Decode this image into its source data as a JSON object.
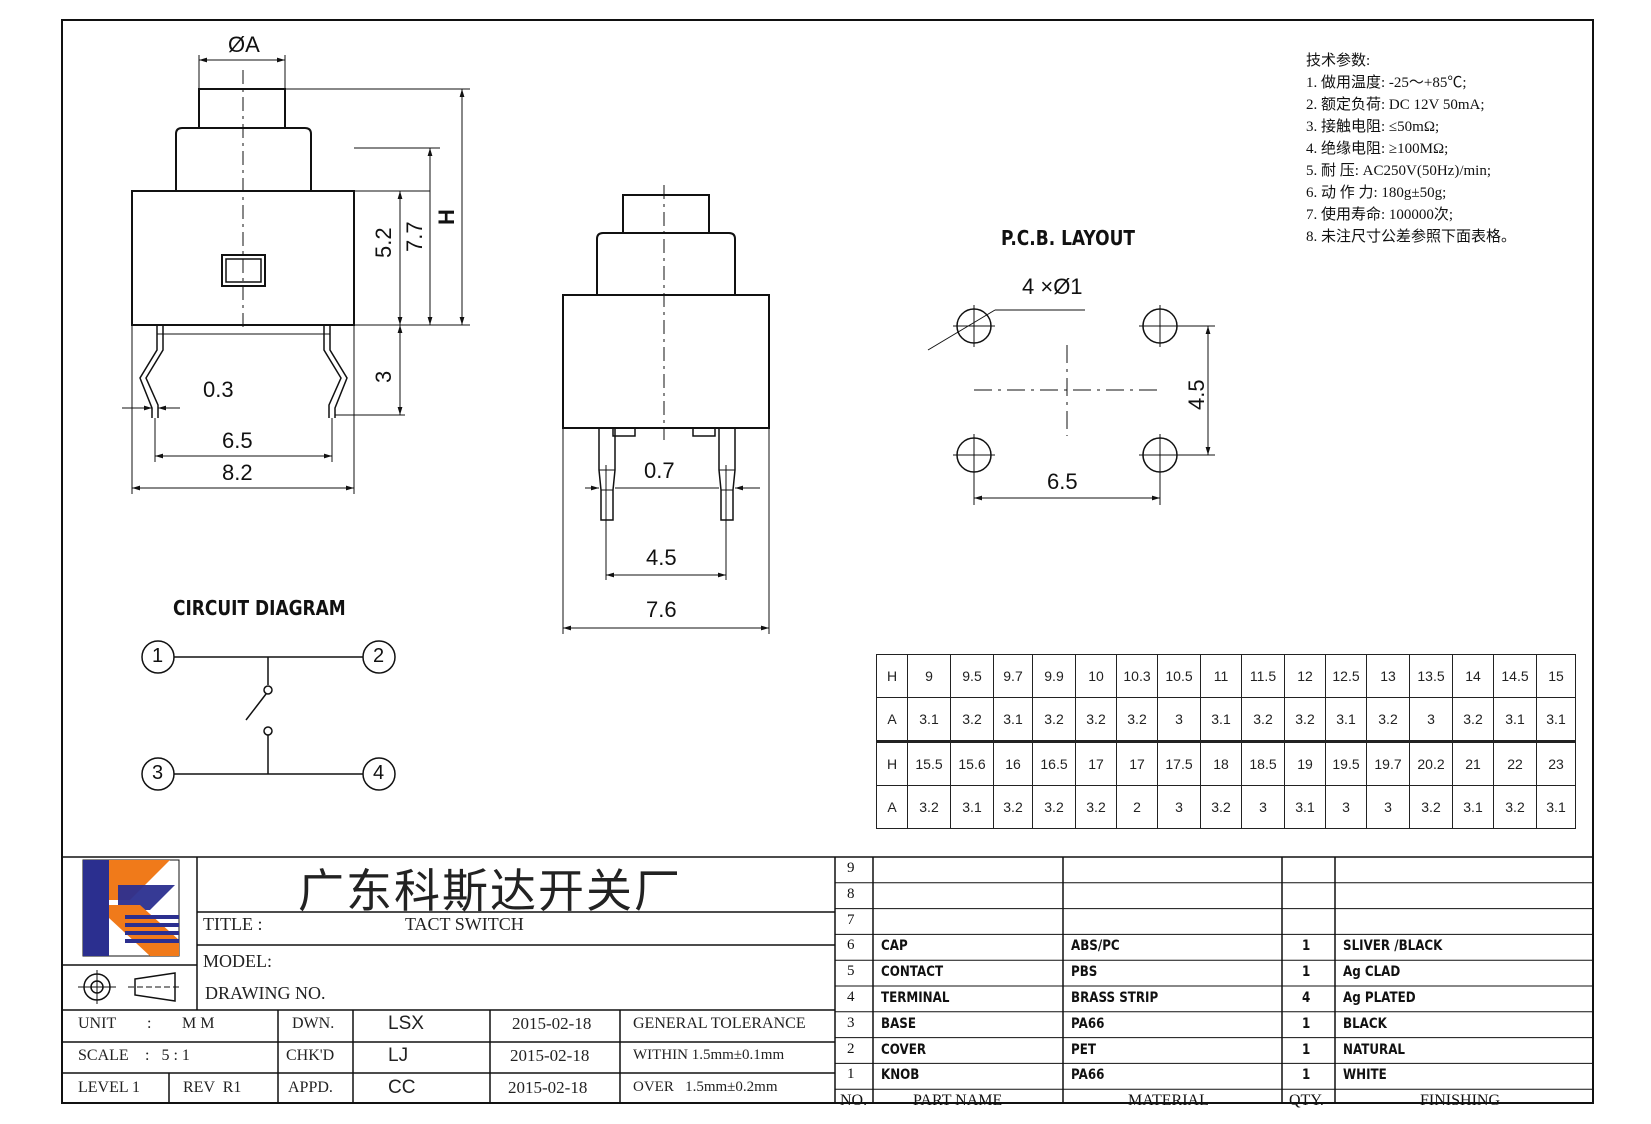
{
  "drawing": {
    "dims_left": {
      "phiA": "ØA",
      "d52": "5.2",
      "d77": "7.7",
      "dH": "H",
      "d3": "3",
      "d03": "0.3",
      "d65": "6.5",
      "d82": "8.2"
    },
    "dims_middle": {
      "d07": "0.7",
      "d45": "4.5",
      "d76": "7.6"
    },
    "pcb": {
      "title": "P.C.B. LAYOUT",
      "holes": "4 ×Ø1",
      "d45": "4.5",
      "d65": "6.5"
    },
    "circuit": {
      "title": "CIRCUIT DIAGRAM",
      "pins": [
        "1",
        "2",
        "3",
        "4"
      ]
    }
  },
  "tech_params": {
    "heading": "技术参数:",
    "items": [
      "1.  做用温度: -25～+85℃;",
      "2.  额定负荷: DC 12V 50mA;",
      "3.  接触电阻: ≤50mΩ;",
      "4.  绝缘电阻: ≥100MΩ;",
      "5.  耐    压: AC250V(50Hz)/min;",
      "6.  动 作 力: 180g±50g;",
      "7.  使用寿命: 100000次;",
      "8.  未注尺寸公差参照下面表格。"
    ]
  },
  "dimension_table": {
    "rows": [
      [
        "H",
        "9",
        "9.5",
        "9.7",
        "9.9",
        "10",
        "10.3",
        "10.5",
        "11",
        "11.5",
        "12",
        "12.5",
        "13",
        "13.5",
        "14",
        "14.5",
        "15"
      ],
      [
        "A",
        "3.1",
        "3.2",
        "3.1",
        "3.2",
        "3.2",
        "3.2",
        "3",
        "3.1",
        "3.2",
        "3.2",
        "3.1",
        "3.2",
        "3",
        "3.2",
        "3.1",
        "3.1"
      ],
      [
        "H",
        "15.5",
        "15.6",
        "16",
        "16.5",
        "17",
        "17",
        "17.5",
        "18",
        "18.5",
        "19",
        "19.5",
        "19.7",
        "20.2",
        "21",
        "22",
        "23"
      ],
      [
        "A",
        "3.2",
        "3.1",
        "3.2",
        "3.2",
        "3.2",
        "2",
        "3",
        "3.2",
        "3",
        "3.1",
        "3",
        "3",
        "3.2",
        "3.1",
        "3.2",
        "3.1"
      ]
    ]
  },
  "title_block": {
    "company": "广东科斯达开关厂",
    "title_label": "TITLE :",
    "title_value": "TACT SWITCH",
    "model_label": "MODEL:",
    "drawing_no_label": "DRAWING NO.",
    "unit_label": "UNIT",
    "unit_colon": ":",
    "unit_value": "M M",
    "scale_label": "SCALE",
    "scale_value": ":   5 : 1",
    "level": "LEVEL 1",
    "rev": "REV  R1",
    "dwn_label": "DWN.",
    "chk_label": "CHK'D",
    "appd_label": "APPD.",
    "dwn_name": "LSX",
    "chk_name": "LJ",
    "appd_name": "CC",
    "dwn_date": "2015-02-18",
    "chk_date": "2015-02-18",
    "appd_date": "2015-02-18",
    "tol_head": "GENERAL TOLERANCE",
    "tol_within": "WITHIN 1.5mm±0.1mm",
    "tol_over": "OVER   1.5mm±0.2mm"
  },
  "bom": {
    "header": {
      "no": "NO.",
      "part": "PART  NAME",
      "material": "MATERIAL",
      "qty": "QTY.",
      "finishing": "FINISHING"
    },
    "rows": [
      {
        "no": "9",
        "part": "",
        "material": "",
        "qty": "",
        "finishing": ""
      },
      {
        "no": "8",
        "part": "",
        "material": "",
        "qty": "",
        "finishing": ""
      },
      {
        "no": "7",
        "part": "",
        "material": "",
        "qty": "",
        "finishing": ""
      },
      {
        "no": "6",
        "part": "CAP",
        "material": "ABS/PC",
        "qty": "1",
        "finishing": "SLIVER /BLACK"
      },
      {
        "no": "5",
        "part": "CONTACT",
        "material": "PBS",
        "qty": "1",
        "finishing": "Ag CLAD"
      },
      {
        "no": "4",
        "part": "TERMINAL",
        "material": "BRASS STRIP",
        "qty": "4",
        "finishing": "Ag PLATED"
      },
      {
        "no": "3",
        "part": "BASE",
        "material": "PA66",
        "qty": "1",
        "finishing": "BLACK"
      },
      {
        "no": "2",
        "part": "COVER",
        "material": "PET",
        "qty": "1",
        "finishing": "NATURAL"
      },
      {
        "no": "1",
        "part": "KNOB",
        "material": "PA66",
        "qty": "1",
        "finishing": "WHITE"
      }
    ]
  },
  "colors": {
    "logo_blue": "#2b2f8f",
    "logo_orange": "#f07a1a",
    "line": "#111111"
  }
}
